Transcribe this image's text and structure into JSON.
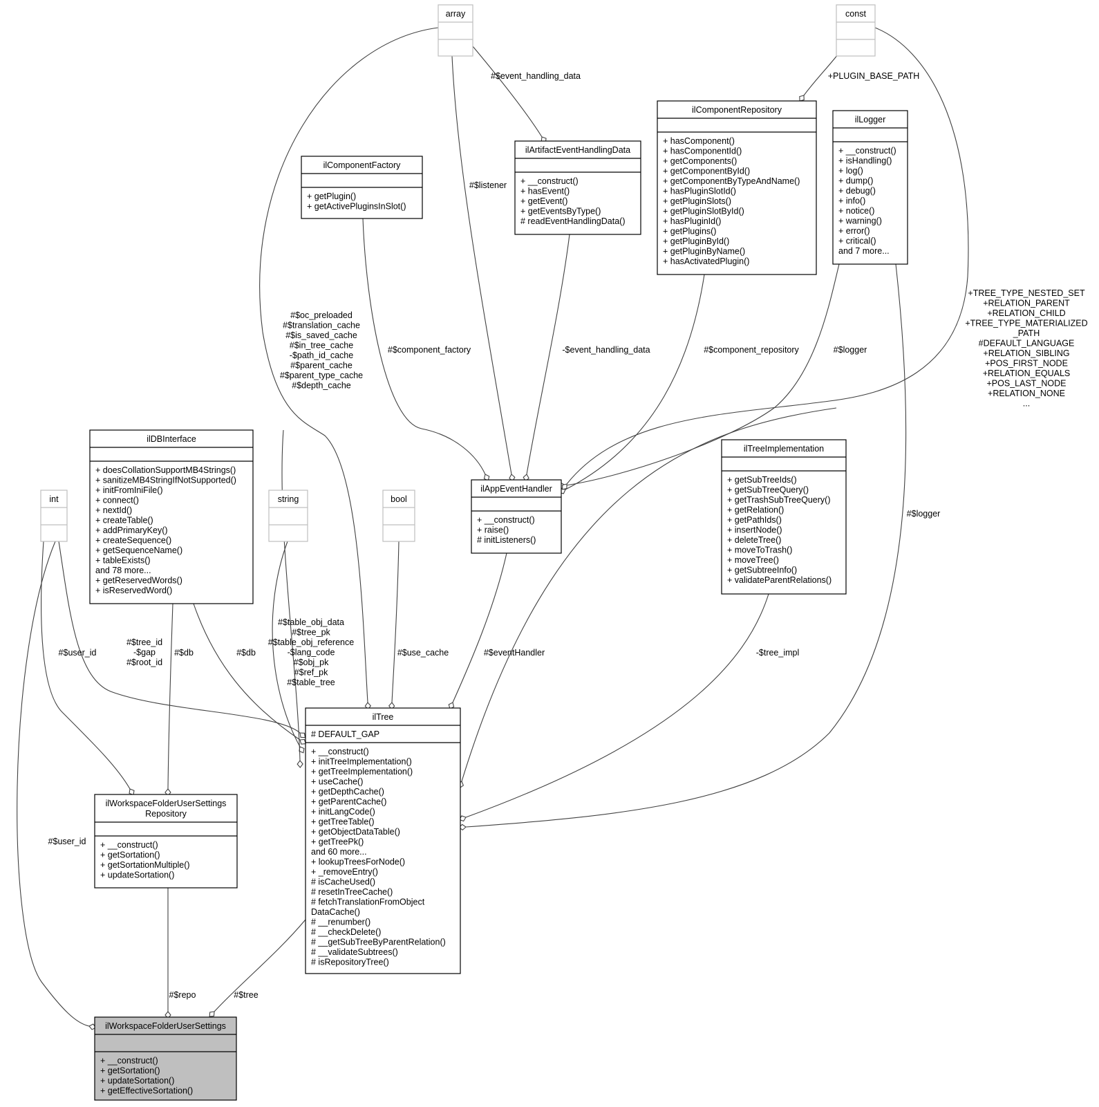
{
  "classes": {
    "array": {
      "name": "array",
      "attrs": [],
      "methods": [],
      "style": "external"
    },
    "const": {
      "name": "const",
      "attrs": [],
      "methods": [],
      "style": "external"
    },
    "int": {
      "name": "int",
      "attrs": [],
      "methods": [],
      "style": "external"
    },
    "string": {
      "name": "string",
      "attrs": [],
      "methods": [],
      "style": "external"
    },
    "bool": {
      "name": "bool",
      "attrs": [],
      "methods": [],
      "style": "external"
    },
    "componentFactory": {
      "name": "ilComponentFactory",
      "attrs": [],
      "methods": [
        "+ getPlugin()",
        "+ getActivePluginsInSlot()"
      ],
      "style": "normal"
    },
    "artifact": {
      "name": "ilArtifactEventHandlingData",
      "attrs": [],
      "methods": [
        "+ __construct()",
        "+ hasEvent()",
        "+ getEvent()",
        "+ getEventsByType()",
        "# readEventHandlingData()"
      ],
      "style": "normal"
    },
    "componentRepo": {
      "name": "ilComponentRepository",
      "attrs": [],
      "methods": [
        "+ hasComponent()",
        "+ hasComponentId()",
        "+ getComponents()",
        "+ getComponentById()",
        "+ getComponentByTypeAndName()",
        "+ hasPluginSlotId()",
        "+ getPluginSlots()",
        "+ getPluginSlotById()",
        "+ hasPluginId()",
        "+ getPlugins()",
        "+ getPluginById()",
        "+ getPluginByName()",
        "+ hasActivatedPlugin()"
      ],
      "style": "normal"
    },
    "logger": {
      "name": "ilLogger",
      "attrs": [],
      "methods": [
        "+ __construct()",
        "+ isHandling()",
        "+ log()",
        "+ dump()",
        "+ debug()",
        "+ info()",
        "+ notice()",
        "+ warning()",
        "+ error()",
        "+ critical()",
        "and 7 more..."
      ],
      "style": "normal"
    },
    "dbInterface": {
      "name": "ilDBInterface",
      "attrs": [],
      "methods": [
        "+ doesCollationSupportMB4Strings()",
        "+ sanitizeMB4StringIfNotSupported()",
        "+ initFromIniFile()",
        "+ connect()",
        "+ nextId()",
        "+ createTable()",
        "+ addPrimaryKey()",
        "+ createSequence()",
        "+ getSequenceName()",
        "+ tableExists()",
        "and 78 more...",
        "+ getReservedWords()",
        "+ isReservedWord()"
      ],
      "style": "normal"
    },
    "appEvent": {
      "name": "ilAppEventHandler",
      "attrs": [],
      "methods": [
        "+ __construct()",
        "+ raise()",
        "# initListeners()"
      ],
      "style": "normal"
    },
    "treeImpl": {
      "name": "ilTreeImplementation",
      "attrs": [],
      "methods": [
        "+ getSubTreeIds()",
        "+ getSubTreeQuery()",
        "+ getTrashSubTreeQuery()",
        "+ getRelation()",
        "+ getPathIds()",
        "+ insertNode()",
        "+ deleteTree()",
        "+ moveToTrash()",
        "+ moveTree()",
        "+ getSubtreeInfo()",
        "+ validateParentRelations()"
      ],
      "style": "normal"
    },
    "tree": {
      "name": "ilTree",
      "attrs": [
        "# DEFAULT_GAP"
      ],
      "methods": [
        "+ __construct()",
        "+ initTreeImplementation()",
        "+ getTreeImplementation()",
        "+ useCache()",
        "+ getDepthCache()",
        "+ getParentCache()",
        "+ initLangCode()",
        "+ getTreeTable()",
        "+ getObjectDataTable()",
        "+ getTreePk()",
        "and 60 more...",
        "+ lookupTreesForNode()",
        "+ _removeEntry()",
        "# isCacheUsed()",
        "# resetInTreeCache()",
        "# fetchTranslationFromObject",
        "DataCache()",
        "# __renumber()",
        "# __checkDelete()",
        "# __getSubTreeByParentRelation()",
        "# __validateSubtrees()",
        "# isRepositoryTree()"
      ],
      "style": "normal"
    },
    "repository": {
      "name": "ilWorkspaceFolderUserSettings",
      "name2": "Repository",
      "attrs": [],
      "methods": [
        "+ __construct()",
        "+ getSortation()",
        "+ getSortationMultiple()",
        "+ updateSortation()"
      ],
      "style": "normal"
    },
    "settings": {
      "name": "ilWorkspaceFolderUserSettings",
      "attrs": [],
      "methods": [
        "+ __construct()",
        "+ getSortation()",
        "+ updateSortation()",
        "+ getEffectiveSortation()"
      ],
      "style": "highlight"
    }
  },
  "edge_labels": {
    "event_handling_data_top": [
      "#$event_handling_data"
    ],
    "plugin_base_path": [
      "+PLUGIN_BASE_PATH"
    ],
    "listener": [
      "#$listener"
    ],
    "component_factory": [
      "#$component_factory"
    ],
    "event_handling_data_mid": [
      "-$event_handling_data"
    ],
    "component_repository": [
      "#$component_repository"
    ],
    "logger_app": [
      "#$logger"
    ],
    "tree_caches": [
      "#$oc_preloaded",
      "#$translation_cache",
      "#$is_saved_cache",
      "#$in_tree_cache",
      "-$path_id_cache",
      "#$parent_cache",
      "#$parent_type_cache",
      "#$depth_cache"
    ],
    "const_tree": [
      "+TREE_TYPE_NESTED_SET",
      "+RELATION_PARENT",
      "+RELATION_CHILD",
      "+TREE_TYPE_MATERIALIZED",
      "_PATH",
      "#DEFAULT_LANGUAGE",
      "+RELATION_SIBLING",
      "+POS_FIRST_NODE",
      "+RELATION_EQUALS",
      "+POS_LAST_NODE",
      "+RELATION_NONE",
      "..."
    ],
    "logger_tree": [
      "#$logger"
    ],
    "string_tree": [
      "#$table_obj_data",
      "#$tree_pk",
      "#$table_obj_reference",
      "-$lang_code",
      "#$obj_pk",
      "#$ref_pk",
      "#$table_tree"
    ],
    "use_cache": [
      "#$use_cache"
    ],
    "event_handler": [
      "#$eventHandler"
    ],
    "tree_impl": [
      "-$tree_impl"
    ],
    "int_tree": [
      "#$tree_id",
      "-$gap",
      "#$root_id"
    ],
    "user_id_repo": [
      "#$user_id"
    ],
    "db_repo": [
      "#$db"
    ],
    "db_tree": [
      "#$db"
    ],
    "user_id_settings": [
      "#$user_id"
    ],
    "repo": [
      "#$repo"
    ],
    "tree_settings": [
      "#$tree"
    ]
  }
}
